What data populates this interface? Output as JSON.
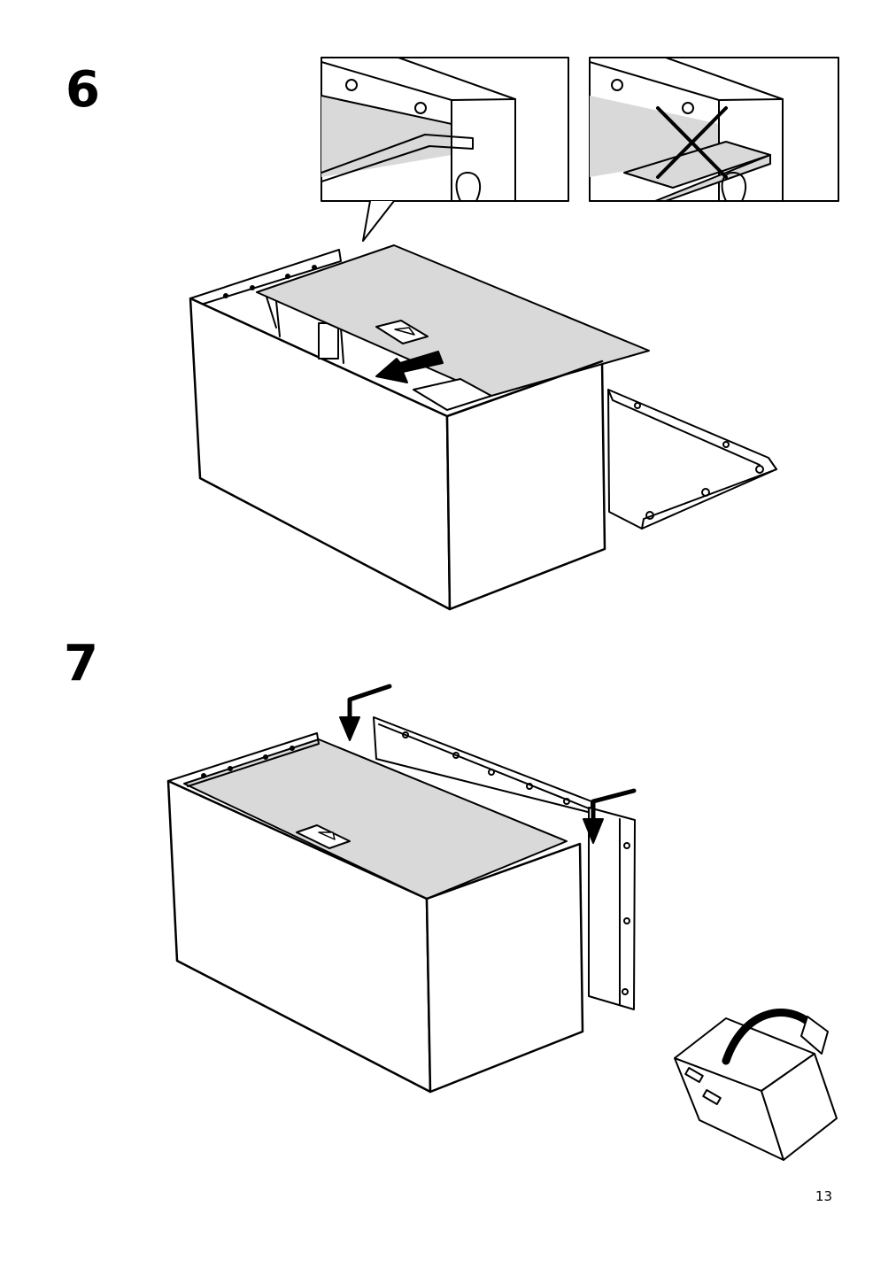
{
  "steps": [
    {
      "number": "6"
    },
    {
      "number": "7"
    }
  ],
  "page_number": "13",
  "icons": [
    "checkmark-detail-icon",
    "wrong-way-cross-icon",
    "slide-direction-arrow-icon",
    "down-arrow-icon",
    "rotate-arrow-icon"
  ],
  "colors": {
    "line": "#000000",
    "panel_fill": "#d9d9d9",
    "background": "#ffffff"
  }
}
